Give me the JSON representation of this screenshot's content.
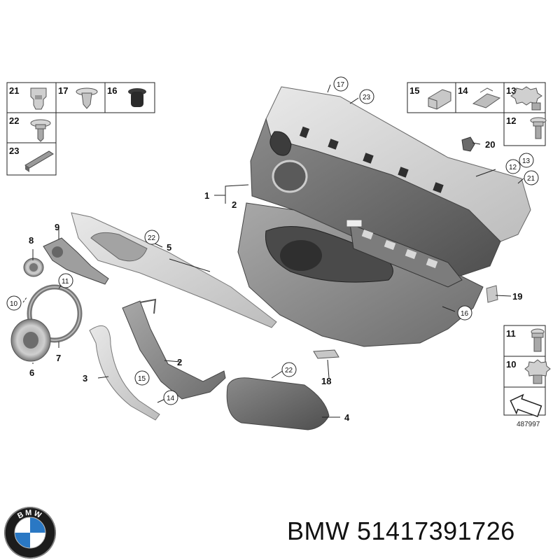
{
  "brand": "BMW",
  "part_number": "51417391726",
  "diagram_ref": "487997",
  "logo_letters": "BMW",
  "box_labels": {
    "b21": "21",
    "b17": "17",
    "b16": "16",
    "b22": "22",
    "b23": "23",
    "b15": "15",
    "b14": "14",
    "b13": "13",
    "b12": "12",
    "b11": "11",
    "b10": "10"
  },
  "callouts": {
    "c1": "1",
    "c2a": "2",
    "c2b": "2",
    "c3": "3",
    "c4": "4",
    "c5": "5",
    "c6": "6",
    "c7": "7",
    "c8": "8",
    "c9": "9",
    "c10": "10",
    "c11": "11",
    "c12": "12",
    "c13": "13",
    "c14": "14",
    "c15": "15",
    "c16": "16",
    "c17": "17",
    "c18": "18",
    "c19": "19",
    "c20": "20",
    "c21": "21",
    "c22a": "22",
    "c22b": "22",
    "c23": "23"
  },
  "colors": {
    "panel_light": "#d4d4d4",
    "panel_dark": "#6a6a6a",
    "line": "#222222"
  }
}
